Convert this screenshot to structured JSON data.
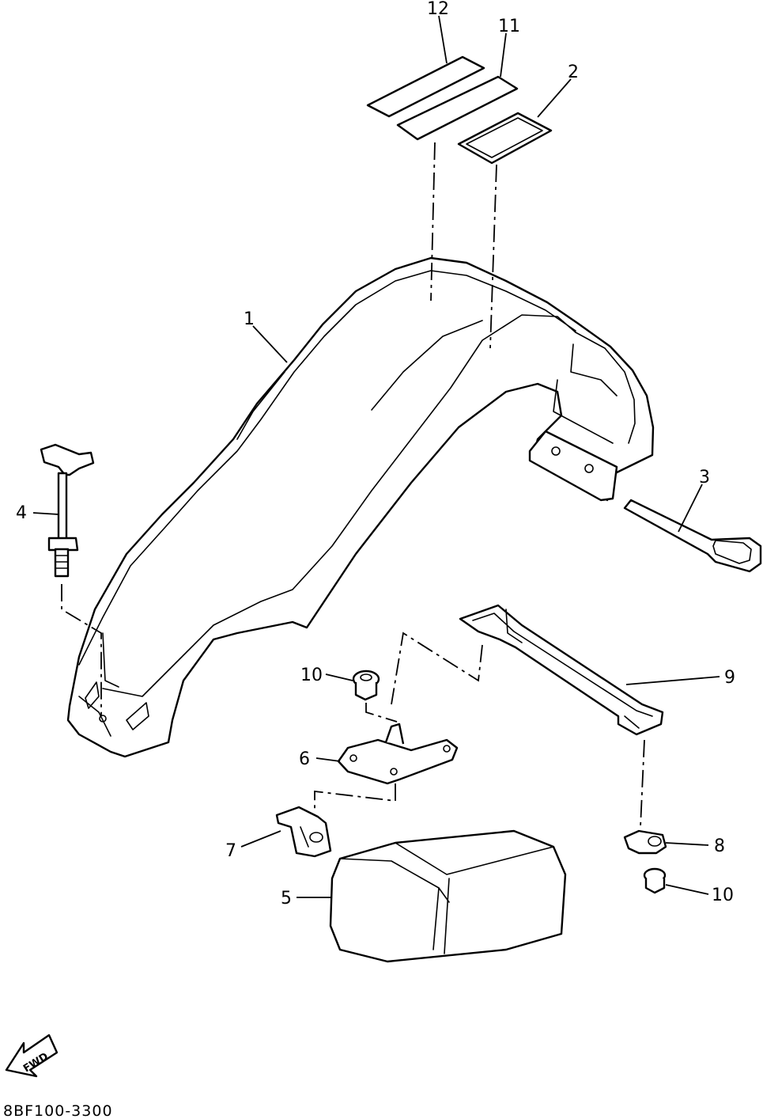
{
  "diagram": {
    "part_labels": {
      "p1": "1",
      "p2": "2",
      "p3": "3",
      "p4": "4",
      "p5": "5",
      "p6": "6",
      "p7": "7",
      "p8": "8",
      "p9": "9",
      "p10a": "10",
      "p10b": "10",
      "p11": "11",
      "p12": "12"
    },
    "fwd_label": "FWD",
    "drawing_code": "8BF100-3300"
  }
}
